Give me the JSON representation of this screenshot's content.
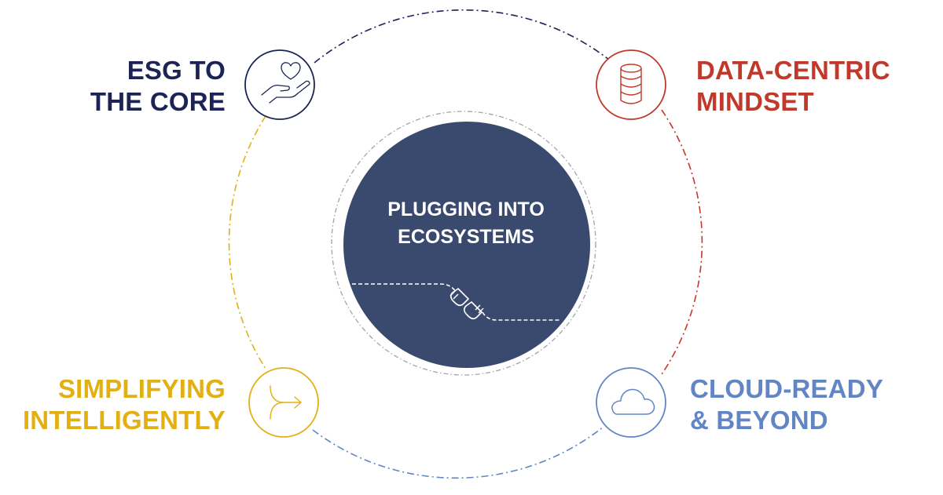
{
  "center": {
    "title_line1": "PLUGGING INTO",
    "title_line2": "ECOSYSTEMS",
    "icon": "plug-icon",
    "fill": "#3a4a6e"
  },
  "items": [
    {
      "key": "esg",
      "line1": "ESG TO",
      "line2": "THE CORE",
      "icon": "heart-in-hand-icon",
      "color": "#1b2455"
    },
    {
      "key": "data",
      "line1": "DATA-CENTRIC",
      "line2": "MINDSET",
      "icon": "database-icon",
      "color": "#c0392b"
    },
    {
      "key": "simplify",
      "line1": "SIMPLIFYING",
      "line2": "INTELLIGENTLY",
      "icon": "merge-arrow-icon",
      "color": "#e3b013"
    },
    {
      "key": "cloud",
      "line1": "CLOUD-READY",
      "line2": "& BEYOND",
      "icon": "cloud-icon",
      "color": "#6285c4"
    }
  ]
}
